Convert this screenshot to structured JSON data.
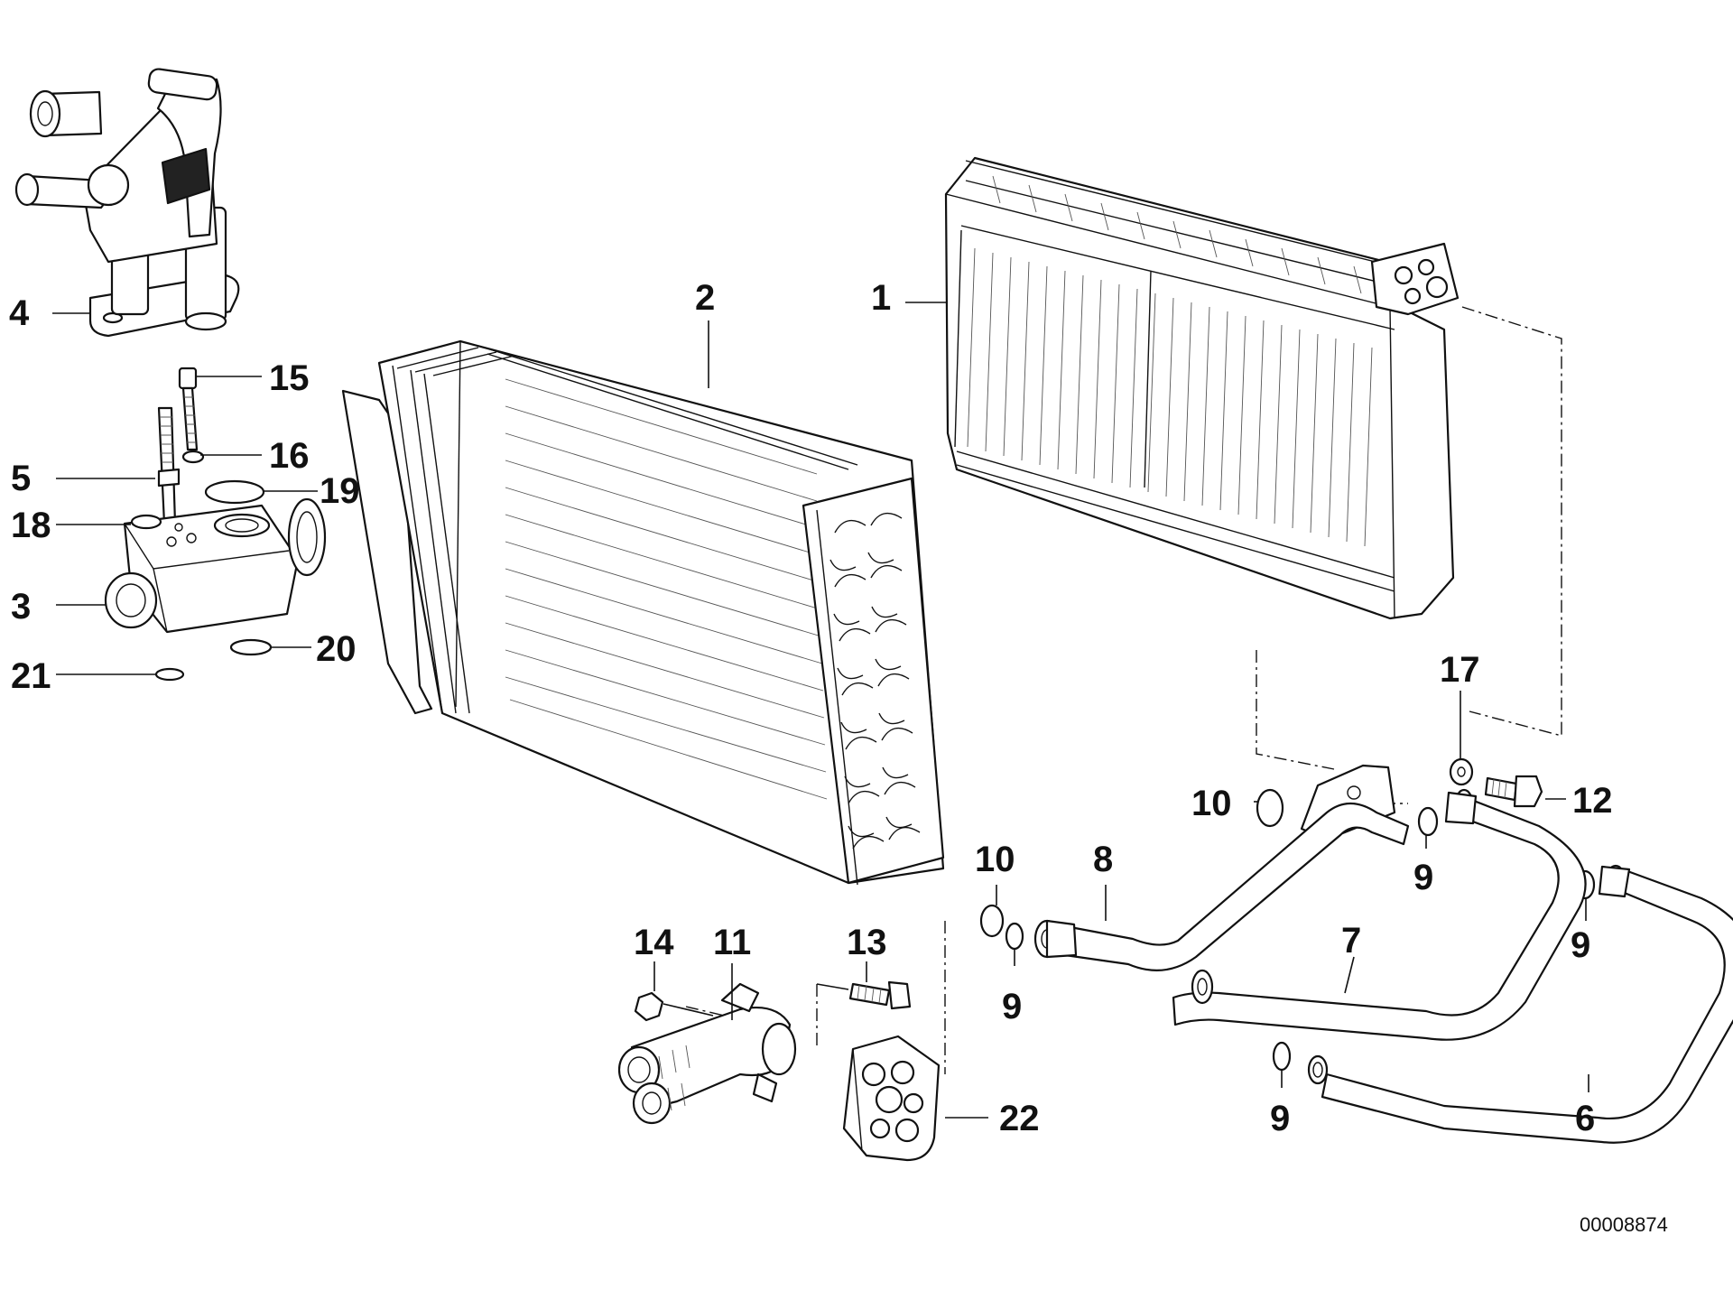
{
  "document_number": "00008874",
  "callouts": {
    "c1": "1",
    "c2": "2",
    "c3": "3",
    "c4": "4",
    "c5": "5",
    "c6": "6",
    "c7": "7",
    "c8": "8",
    "c9a": "9",
    "c9b": "9",
    "c9c": "9",
    "c9d": "9",
    "c10a": "10",
    "c10b": "10",
    "c11": "11",
    "c12": "12",
    "c13": "13",
    "c14": "14",
    "c15": "15",
    "c16": "16",
    "c17": "17",
    "c18": "18",
    "c19": "19",
    "c20": "20",
    "c21": "21",
    "c22": "22"
  },
  "parts": {
    "p1": "evaporator-core",
    "p2": "heater-core",
    "p3": "expansion-valve",
    "p4": "valve-block-fitting",
    "p5": "stud-bolt",
    "p6": "refrigerant-pipe-long",
    "p7": "refrigerant-pipe-middle",
    "p8": "refrigerant-pipe-short",
    "p9": "o-ring",
    "p10": "o-ring",
    "p11": "double-pipe-connector",
    "p12": "hex-bolt",
    "p13": "screw",
    "p14": "nut",
    "p15": "socket-screw",
    "p16": "washer",
    "p17": "washer",
    "p18": "o-ring",
    "p19": "o-ring",
    "p20": "o-ring",
    "p21": "o-ring",
    "p22": "seal-plate"
  }
}
